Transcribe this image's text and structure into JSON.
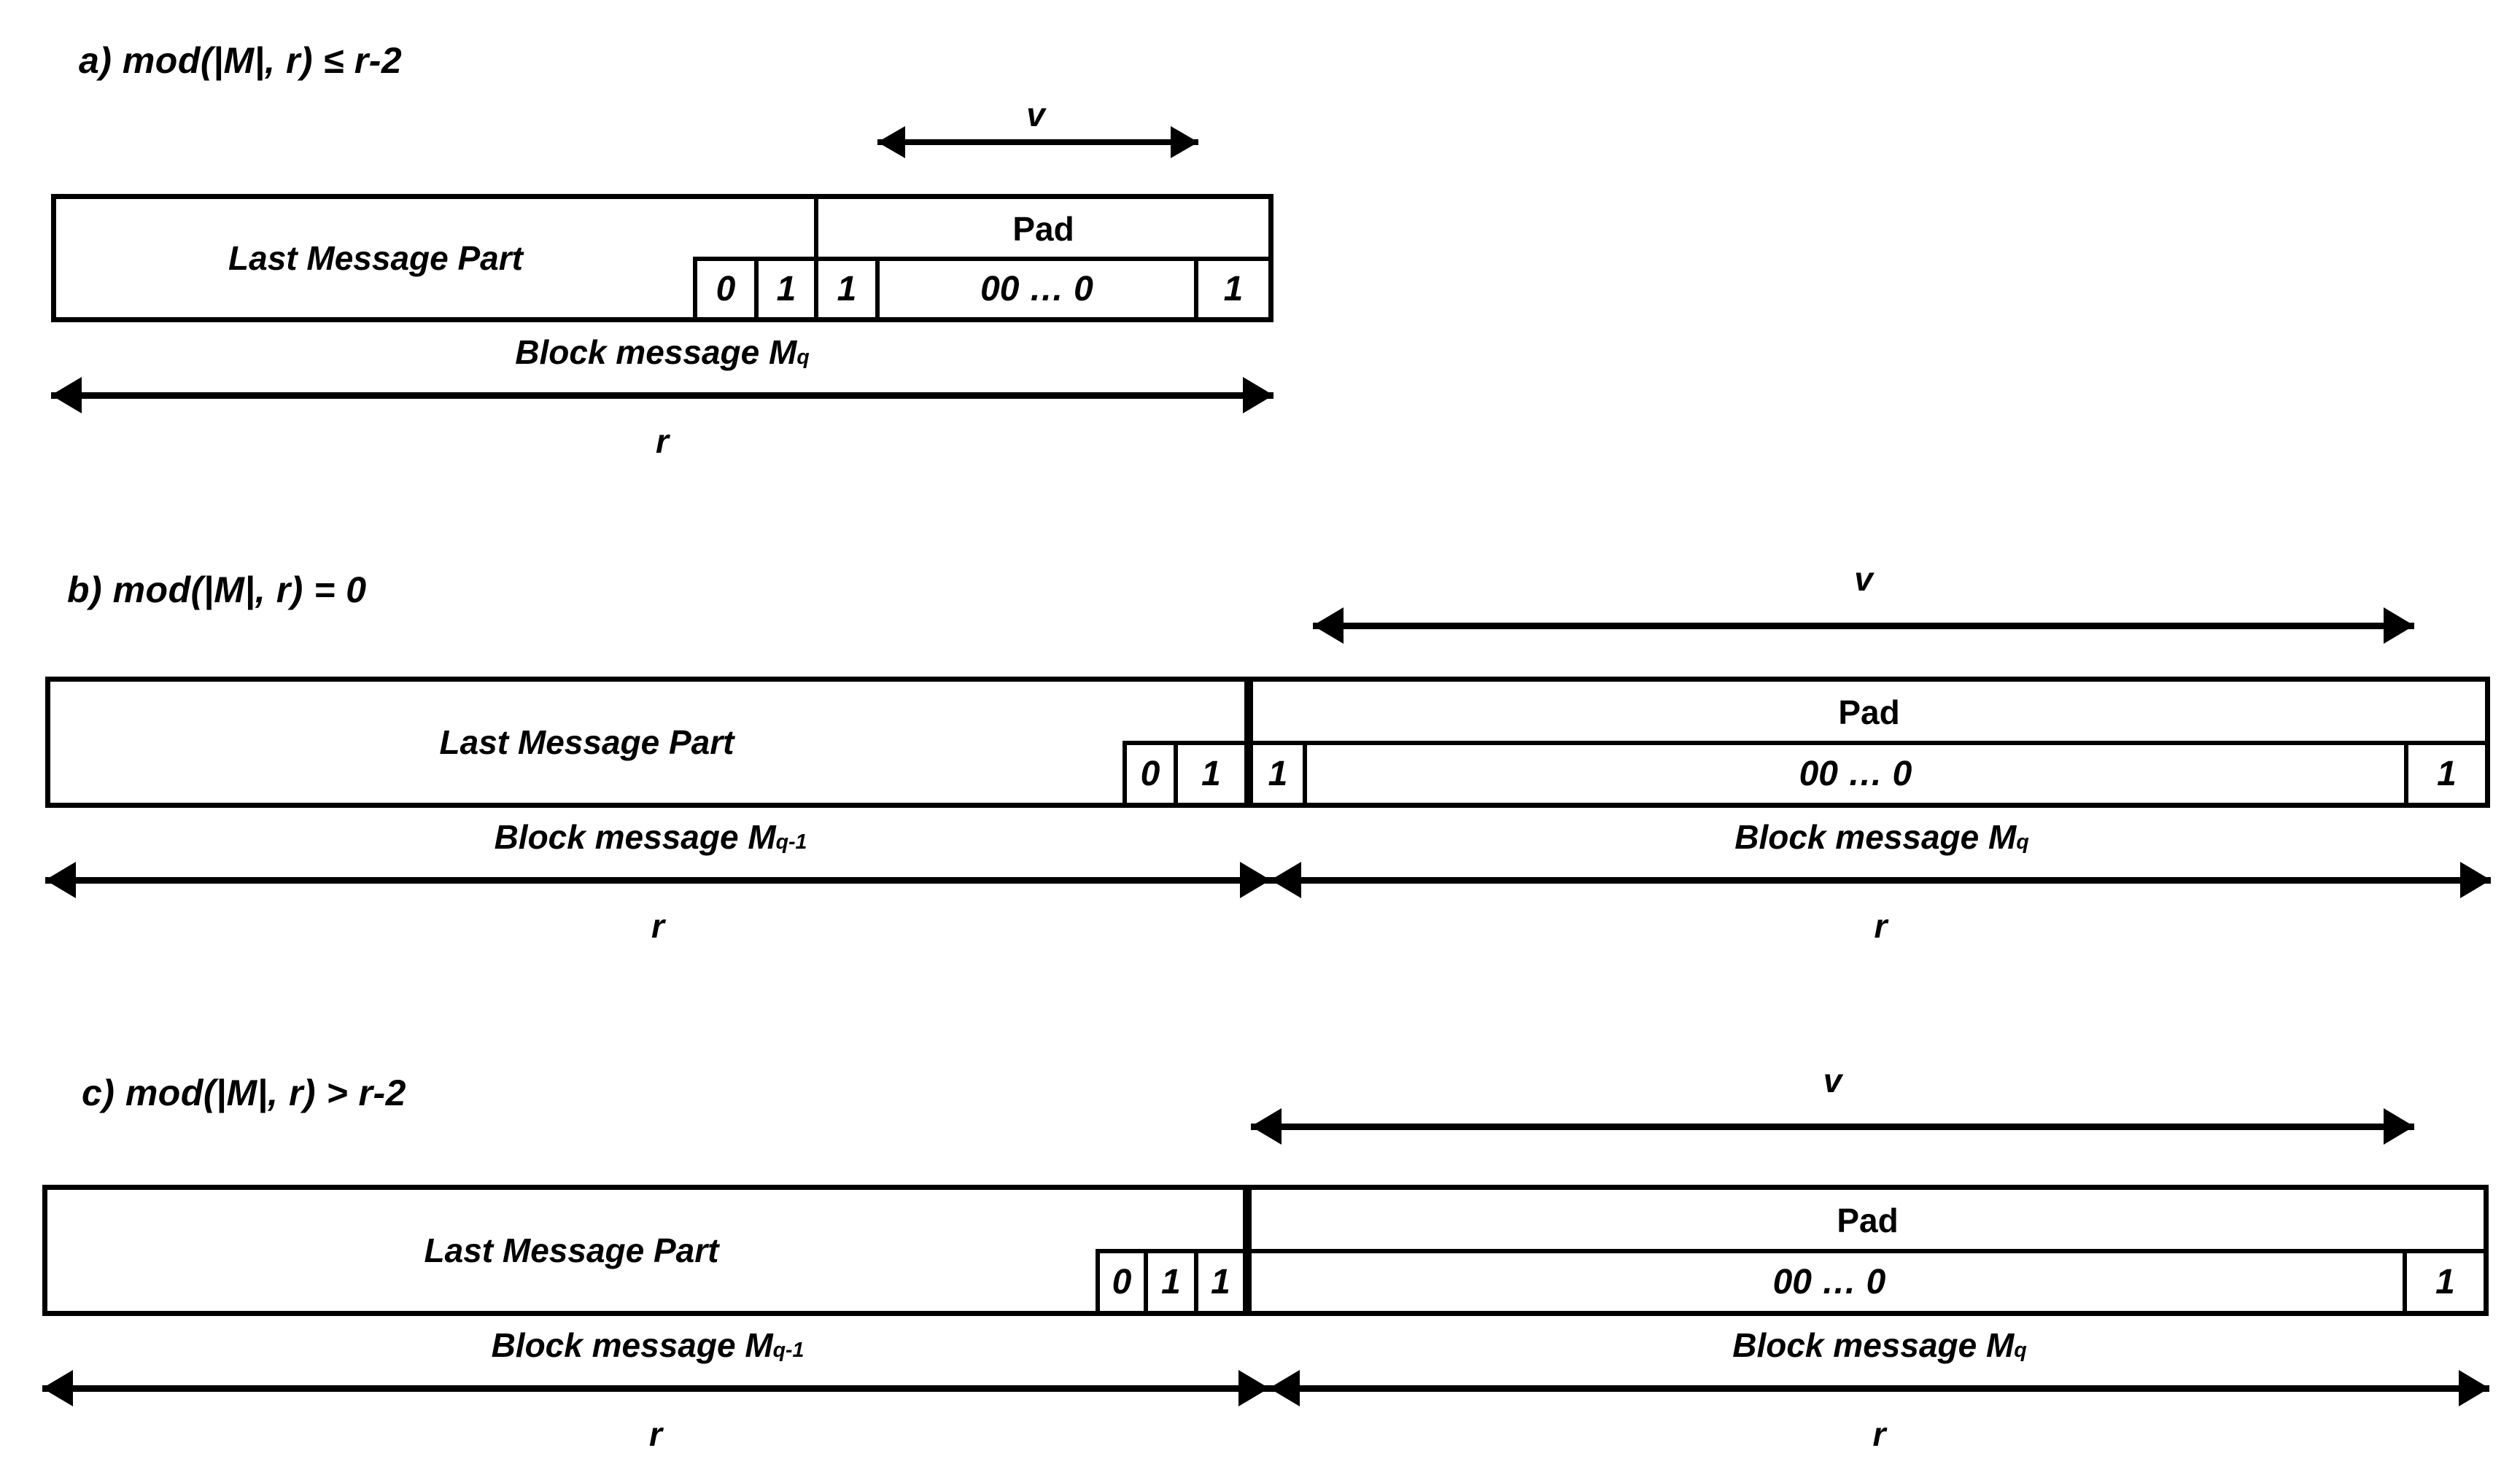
{
  "figure": {
    "type": "diagram",
    "subject": "Sponge-construction message padding cases",
    "background_color": "#ffffff",
    "line_color": "#000000"
  },
  "panels": [
    {
      "id": "a",
      "heading": "a) mod(|M|, r) ≤  r-2",
      "message_label": "Last Message Part",
      "pad_label": "Pad",
      "bits": [
        "0",
        "1",
        "1",
        "00 … 0",
        "1"
      ],
      "v_label": "v",
      "blocks": [
        {
          "name": "Block message M",
          "sub": "q",
          "width_label": "r"
        }
      ]
    },
    {
      "id": "b",
      "heading": "b) mod(|M|, r) = 0",
      "message_label": "Last Message Part",
      "pad_label": "Pad",
      "bits": [
        "0",
        "1",
        "1",
        "00 … 0",
        "1"
      ],
      "v_label": "v",
      "blocks": [
        {
          "name": "Block message M",
          "sub": "q-1",
          "width_label": "r"
        },
        {
          "name": "Block message M",
          "sub": "q",
          "width_label": "r"
        }
      ]
    },
    {
      "id": "c",
      "heading": "c) mod(|M|, r) > r-2",
      "message_label": "Last Message Part",
      "pad_label": "Pad",
      "bits": [
        "0",
        "1",
        "1",
        "00 … 0",
        "1"
      ],
      "v_label": "v",
      "blocks": [
        {
          "name": "Block message M",
          "sub": "q-1",
          "width_label": "r"
        },
        {
          "name": "Block message M",
          "sub": "q",
          "width_label": "r"
        }
      ]
    }
  ]
}
